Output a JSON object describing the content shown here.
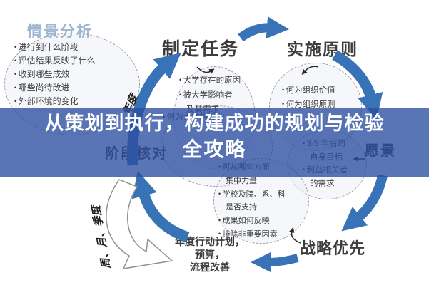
{
  "title": {
    "line1": "从策划到执行，构建成功的规划与检验",
    "line2": "全攻略"
  },
  "labels": {
    "scenario_header": "情景分析",
    "task": "制定任务",
    "principle": "实施原则",
    "stage_check": "阶段核对",
    "vision": "愿景",
    "strategy": "战略优先",
    "annual": "年度",
    "period": "周、月、季度"
  },
  "circles": {
    "scenario": [
      {
        "t": "进行到什么阶段",
        "b": true
      },
      {
        "t": "评估结果反映了什么",
        "b": true
      },
      {
        "t": "收到哪些成效",
        "b": true
      },
      {
        "t": "哪些尚待改进",
        "b": true
      },
      {
        "t": "外部环境的变化",
        "b": true
      }
    ],
    "task": [
      {
        "t": "大学存在的原因",
        "b": true
      },
      {
        "t": "被大学影响者",
        "b": true
      },
      {
        "t": "及其需求",
        "b": false
      }
    ],
    "principle": [
      {
        "t": "何为组织价值",
        "b": true
      },
      {
        "t": "何为组织原则",
        "b": true
      }
    ],
    "plan": [
      {
        "t": "何为大学的规划",
        "b": true
      }
    ],
    "vision": [
      {
        "t": "3-5 年后的",
        "b": true
      },
      {
        "t": "自身目标",
        "b": false
      },
      {
        "t": "利益相关者",
        "b": true
      },
      {
        "t": "的需求",
        "b": false
      }
    ],
    "priorities": [
      {
        "t": "可从哪些方面",
        "b": true
      },
      {
        "t": "集中力量",
        "b": false
      },
      {
        "t": "学校及院、系、科",
        "b": true
      },
      {
        "t": "是否支持",
        "b": false
      },
      {
        "t": "成果如何反映",
        "b": true
      },
      {
        "t": "排除非重要因素",
        "b": true
      }
    ],
    "action_plan": [
      "年度行动计划，",
      "预算，",
      "流程改善"
    ]
  },
  "colors": {
    "band_overlay": "rgba(43,78,160,0.78)",
    "title_text": "#ffffff",
    "arrow_blue": "#3873b7",
    "label_dark": "#3d3d3d",
    "scenario_header": "#9fb6d2"
  }
}
